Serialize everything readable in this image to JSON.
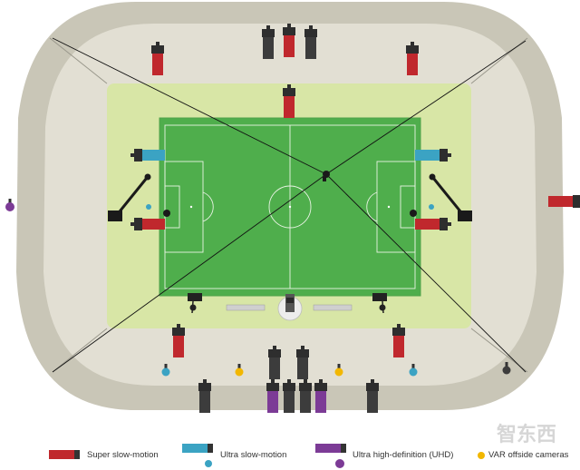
{
  "colors": {
    "outer_stand": "#c9c6b7",
    "inner_stand": "#e2dfd3",
    "pitch_surround": "#d8e6a6",
    "pitch": "#4fae4c",
    "pitch_border": "#4fa14a",
    "line": "#e9f3e4",
    "super_slow": "#c0282d",
    "ultra_slow": "#3ba3c3",
    "uhd": "#7c3b96",
    "var": "#f2b700",
    "standard": "#3c3c3c",
    "lens_light": "#3ba3c3"
  },
  "legend": {
    "super_slow": "Super slow-motion",
    "ultra_slow": "Ultra slow-motion",
    "uhd": "Ultra high-definition (UHD)",
    "var": "VAR offside cameras"
  },
  "watermark": "智东西"
}
